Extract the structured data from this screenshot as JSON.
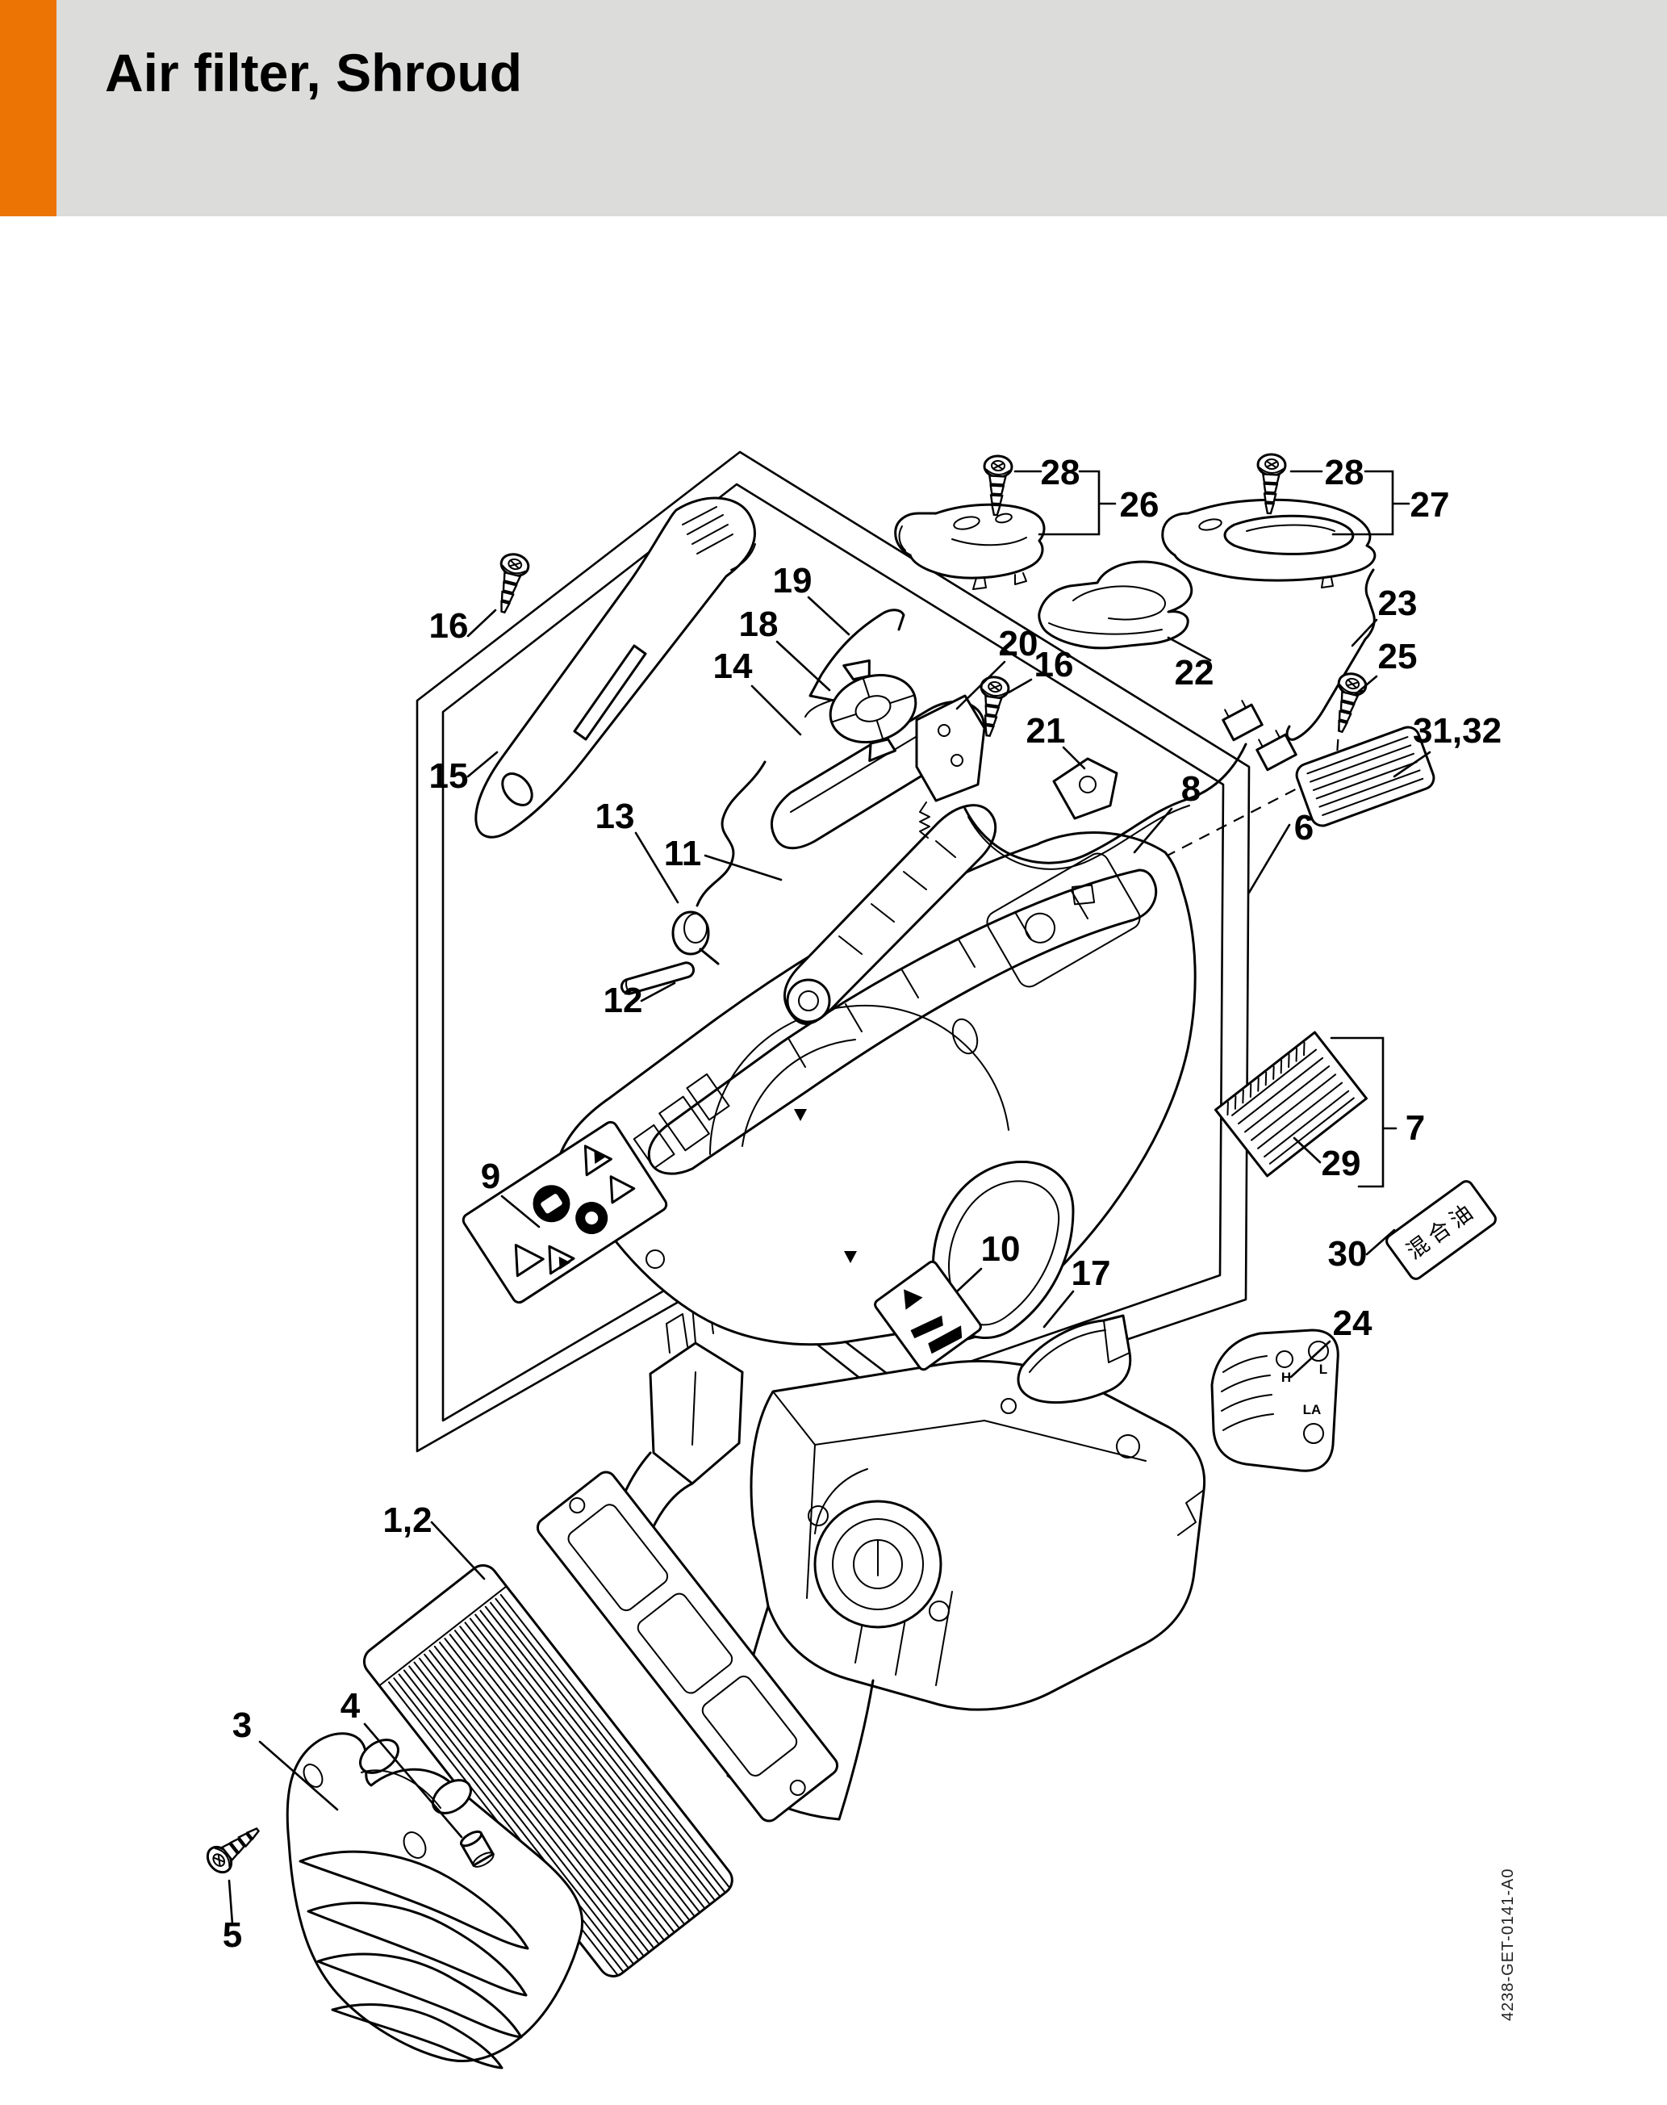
{
  "page": {
    "title": "Air filter, Shroud",
    "doc_code": "4238-GET-0141-A0"
  },
  "colors": {
    "accent_orange": "#EB7405",
    "header_gray": "#DCDCDA",
    "line_black": "#000000",
    "background": "#FFFFFF"
  },
  "diagram": {
    "type": "exploded-parts-diagram",
    "description": "Exploded view line drawing of chainsaw air filter and shroud parts inside a tilted boundary frame, with numbered callouts",
    "callouts": [
      {
        "label": "1,2"
      },
      {
        "label": "3"
      },
      {
        "label": "4"
      },
      {
        "label": "5"
      },
      {
        "label": "6"
      },
      {
        "label": "7"
      },
      {
        "label": "8"
      },
      {
        "label": "9"
      },
      {
        "label": "10"
      },
      {
        "label": "11"
      },
      {
        "label": "12"
      },
      {
        "label": "13"
      },
      {
        "label": "14"
      },
      {
        "label": "15"
      },
      {
        "label": "16"
      },
      {
        "label": "16"
      },
      {
        "label": "17"
      },
      {
        "label": "18"
      },
      {
        "label": "19"
      },
      {
        "label": "20"
      },
      {
        "label": "21"
      },
      {
        "label": "22"
      },
      {
        "label": "23"
      },
      {
        "label": "24"
      },
      {
        "label": "25"
      },
      {
        "label": "26"
      },
      {
        "label": "27"
      },
      {
        "label": "28"
      },
      {
        "label": "28"
      },
      {
        "label": "29"
      },
      {
        "label": "30"
      },
      {
        "label": "31,32"
      }
    ],
    "part_markings": {
      "carb_adjust_h": "H",
      "carb_adjust_l": "L",
      "carb_adjust_la": "LA",
      "fuel_label": "混合油"
    }
  }
}
